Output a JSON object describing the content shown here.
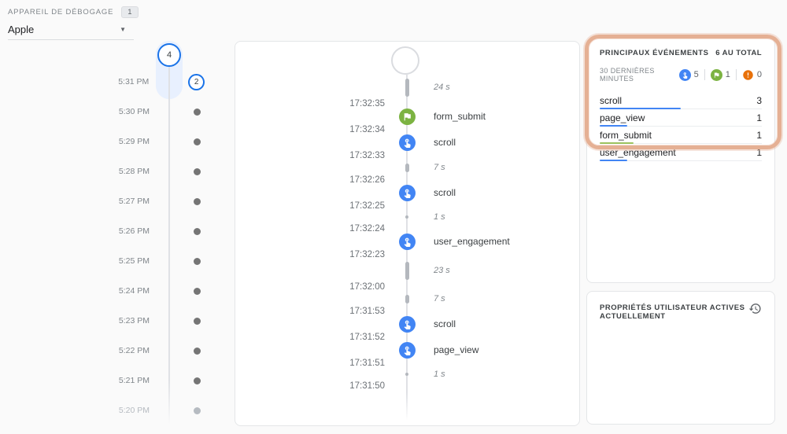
{
  "colors": {
    "blue": "#4285f4",
    "green": "#7cb342",
    "green_bar": "#9bc15c",
    "orange": "#e8710a",
    "timeline_blue": "#1a73e8",
    "highlight": "#e5b094"
  },
  "debug_device": {
    "label": "APPAREIL DE DÉBOGAGE",
    "badge": "1",
    "selected": "Apple"
  },
  "timeline": {
    "top_bubble_value": "4",
    "minutes": [
      {
        "time": "5:31 PM",
        "bubble": "2"
      },
      {
        "time": "5:30 PM"
      },
      {
        "time": "5:29 PM"
      },
      {
        "time": "5:28 PM"
      },
      {
        "time": "5:27 PM"
      },
      {
        "time": "5:26 PM"
      },
      {
        "time": "5:25 PM"
      },
      {
        "time": "5:24 PM"
      },
      {
        "time": "5:23 PM"
      },
      {
        "time": "5:22 PM"
      },
      {
        "time": "5:21 PM"
      },
      {
        "time": "5:20 PM",
        "faded": true
      }
    ]
  },
  "stream": {
    "items": [
      {
        "kind": "gap",
        "duration": "24 s",
        "size": "large"
      },
      {
        "kind": "timestamp",
        "time": "17:32:35"
      },
      {
        "kind": "event",
        "name": "form_submit",
        "icon": "flag"
      },
      {
        "kind": "timestamp",
        "time": "17:32:34"
      },
      {
        "kind": "event",
        "name": "scroll",
        "icon": "touch"
      },
      {
        "kind": "timestamp",
        "time": "17:32:33"
      },
      {
        "kind": "gap",
        "duration": "7 s",
        "size": "medium"
      },
      {
        "kind": "timestamp",
        "time": "17:32:26"
      },
      {
        "kind": "event",
        "name": "scroll",
        "icon": "touch"
      },
      {
        "kind": "timestamp",
        "time": "17:32:25"
      },
      {
        "kind": "gap",
        "duration": "1 s",
        "size": "small"
      },
      {
        "kind": "timestamp",
        "time": "17:32:24"
      },
      {
        "kind": "event",
        "name": "user_engagement",
        "icon": "touch"
      },
      {
        "kind": "timestamp",
        "time": "17:32:23"
      },
      {
        "kind": "gap",
        "duration": "23 s",
        "size": "large"
      },
      {
        "kind": "timestamp",
        "time": "17:32:00"
      },
      {
        "kind": "gap",
        "duration": "7 s",
        "size": "medium"
      },
      {
        "kind": "timestamp",
        "time": "17:31:53"
      },
      {
        "kind": "event",
        "name": "scroll",
        "icon": "touch"
      },
      {
        "kind": "timestamp",
        "time": "17:31:52"
      },
      {
        "kind": "event",
        "name": "page_view",
        "icon": "touch"
      },
      {
        "kind": "timestamp",
        "time": "17:31:51"
      },
      {
        "kind": "gap",
        "duration": "1 s",
        "size": "small"
      },
      {
        "kind": "timestamp",
        "time": "17:31:50"
      }
    ]
  },
  "top_events": {
    "title": "PRINCIPAUX ÉVÉNEMENTS",
    "total": "6 AU TOTAL",
    "window": "30 DERNIÈRES MINUTES",
    "counters": [
      {
        "icon": "touch",
        "count": "5"
      },
      {
        "icon": "flag",
        "count": "1"
      },
      {
        "icon": "error",
        "count": "0"
      }
    ],
    "rows": [
      {
        "name": "scroll",
        "count": "3",
        "bar": "blue",
        "bar_pct": 50
      },
      {
        "name": "page_view",
        "count": "1",
        "bar": "blue",
        "bar_pct": 17
      },
      {
        "name": "form_submit",
        "count": "1",
        "bar": "green_bar",
        "bar_pct": 21
      },
      {
        "name": "user_engagement",
        "count": "1",
        "bar": "blue",
        "bar_pct": 17
      }
    ]
  },
  "user_properties": {
    "title": "PROPRIÉTÉS UTILISATEUR ACTIVES ACTUELLEMENT"
  }
}
